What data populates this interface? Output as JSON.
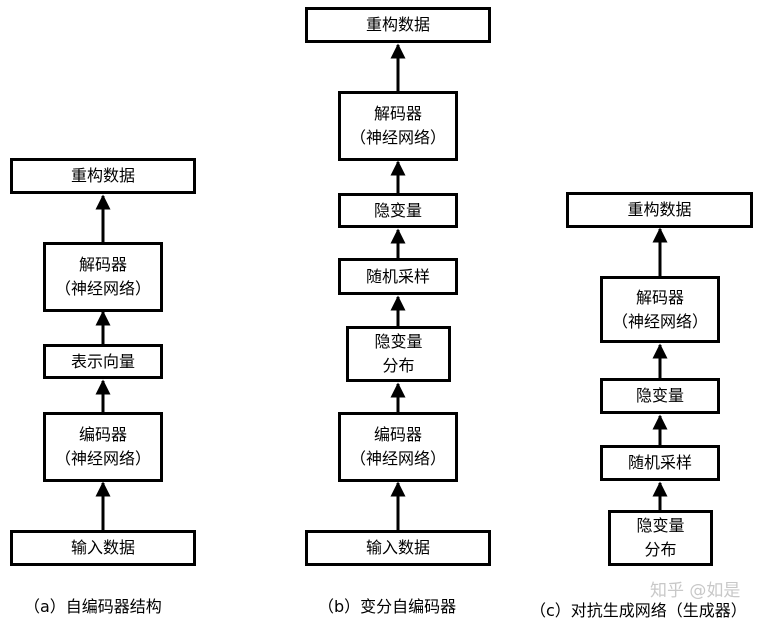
{
  "diagrams": [
    {
      "caption": "（a）自编码器结构",
      "boxes": [
        {
          "id": "a-output",
          "lines": [
            "重构数据"
          ]
        },
        {
          "id": "a-decoder",
          "lines": [
            "解码器",
            "（神经网络）"
          ]
        },
        {
          "id": "a-latent",
          "lines": [
            "表示向量"
          ]
        },
        {
          "id": "a-encoder",
          "lines": [
            "编码器",
            "（神经网络）"
          ]
        },
        {
          "id": "a-input",
          "lines": [
            "输入数据"
          ]
        }
      ]
    },
    {
      "caption": "（b）变分自编码器",
      "boxes": [
        {
          "id": "b-output",
          "lines": [
            "重构数据"
          ]
        },
        {
          "id": "b-decoder",
          "lines": [
            "解码器",
            "（神经网络）"
          ]
        },
        {
          "id": "b-latent",
          "lines": [
            "隐变量"
          ]
        },
        {
          "id": "b-sampling",
          "lines": [
            "随机采样"
          ]
        },
        {
          "id": "b-distribution",
          "lines": [
            "隐变量",
            "分布"
          ]
        },
        {
          "id": "b-encoder",
          "lines": [
            "编码器",
            "（神经网络）"
          ]
        },
        {
          "id": "b-input",
          "lines": [
            "输入数据"
          ]
        }
      ]
    },
    {
      "caption": "（c）对抗生成网络（生成器）",
      "boxes": [
        {
          "id": "c-output",
          "lines": [
            "重构数据"
          ]
        },
        {
          "id": "c-decoder",
          "lines": [
            "解码器",
            "（神经网络）"
          ]
        },
        {
          "id": "c-latent",
          "lines": [
            "隐变量"
          ]
        },
        {
          "id": "c-sampling",
          "lines": [
            "随机采样"
          ]
        },
        {
          "id": "c-distribution",
          "lines": [
            "隐变量",
            "分布"
          ]
        }
      ]
    }
  ],
  "watermark": "知乎 @如是"
}
